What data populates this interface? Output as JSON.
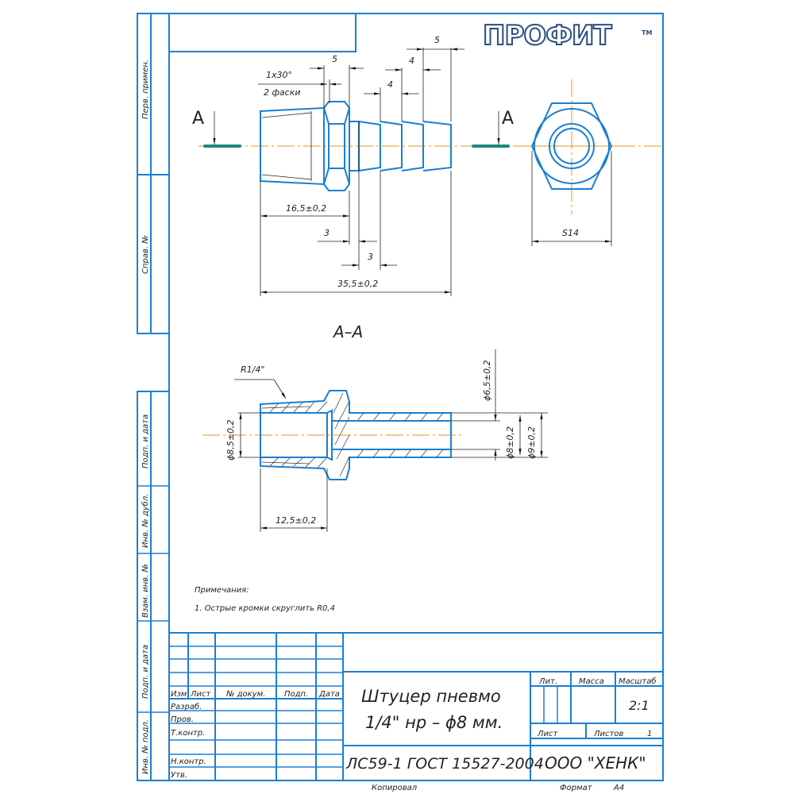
{
  "logo": {
    "text": "ПРОФИТ",
    "tm": "TM"
  },
  "side_labels": [
    "Перв. примен.",
    "Справ. №",
    "Подп. и дата",
    "Инв. № дубл.",
    "Взам. инв. №",
    "Подп. и дата",
    "Инв. № подл."
  ],
  "view": {
    "section_mark": "A",
    "chamfer": "1x30°",
    "chamfer_note": "2 фаски",
    "dims": {
      "d5a": "5",
      "d5b": "5",
      "d4a": "4",
      "d4b": "4",
      "d165": "16,5±0,2",
      "d3a": "3",
      "d3b": "3",
      "d355": "35,5±0,2",
      "s14": "S14"
    }
  },
  "section": {
    "title": "A–A",
    "thread": "R1/4\"",
    "dims": {
      "d85": "ϕ8,5±0,2",
      "d65": "ϕ6,5±0,2",
      "d8": "ϕ8±0,2",
      "d9": "ϕ9±0,2",
      "d125": "12,5±0,2"
    }
  },
  "notes": {
    "title": "Примечания:",
    "items": [
      "1. Острые кромки скруглить R0,4"
    ]
  },
  "title_block": {
    "headers": {
      "izm": "Изм",
      "list": "Лист",
      "doc": "№ докум.",
      "sign": "Подп.",
      "date": "Дата"
    },
    "roles": [
      "Разраб.",
      "Пров.",
      "Т.контр.",
      "",
      "Н.контр.",
      "Утв."
    ],
    "name_line1": "Штуцер пневмо",
    "name_line2": "1/4\" нр – ϕ8 мм.",
    "lit": "Лит.",
    "mass": "Масса",
    "scale_label": "Масштаб",
    "scale": "2:1",
    "sheet": "Лист",
    "sheets": "Листов",
    "sheets_count": "1",
    "material": "ЛС59-1 ГОСТ 15527-2004",
    "company": "ООО \"ХЕНК\"",
    "copied": "Копировал",
    "format_label": "Формат",
    "format": "А4"
  }
}
